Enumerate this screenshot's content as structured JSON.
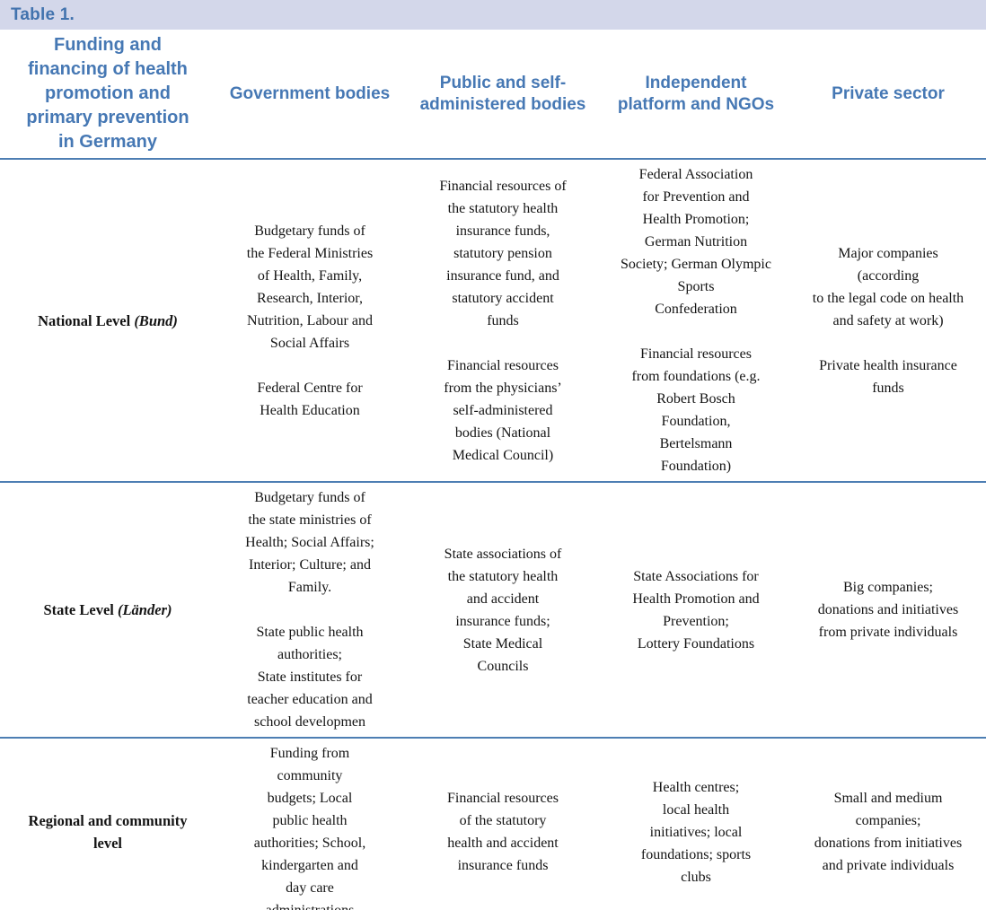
{
  "caption": "Table 1.",
  "columns": [
    "Funding and\nfinancing of health\npromotion and\nprimary prevention\nin Germany",
    "Government bodies",
    "Public and self-\nadministered bodies",
    "Independent\nplatform and NGOs",
    "Private sector"
  ],
  "rows": [
    {
      "label": "National Level ",
      "label_italic": "(Bund)",
      "cells": [
        "Budgetary funds of\nthe Federal Ministries\nof Health, Family,\nResearch, Interior,\nNutrition, Labour and\nSocial Affairs\n\nFederal Centre for\nHealth Education",
        "Financial resources of\nthe statutory health\ninsurance funds,\nstatutory pension\ninsurance fund, and\nstatutory accident\nfunds\n\nFinancial resources\nfrom the physicians’\nself-administered\nbodies (National\nMedical Council)",
        "Federal Association\nfor Prevention and\nHealth Promotion;\nGerman Nutrition\nSociety; German Olympic\nSports\nConfederation\n\nFinancial resources\nfrom foundations (e.g.\nRobert Bosch\nFoundation,\nBertelsmann\nFoundation)",
        "Major companies\n(according\nto the legal code on health\nand safety at work)\n\nPrivate health insurance\nfunds"
      ]
    },
    {
      "label": "State Level ",
      "label_italic": "(Länder)",
      "cells": [
        "Budgetary funds of\nthe state ministries of\nHealth; Social Affairs;\nInterior; Culture; and\nFamily.\n\nState public health\nauthorities;\nState institutes for\nteacher education and\nschool developmen",
        "State associations of\nthe statutory health\nand accident\ninsurance funds;\nState Medical\nCouncils",
        "State Associations for\nHealth Promotion and\nPrevention;\nLottery Foundations",
        "Big companies;\ndonations and initiatives\nfrom private individuals"
      ]
    },
    {
      "label": "Regional and community\nlevel",
      "label_italic": "",
      "cells": [
        "Funding from\ncommunity\nbudgets; Local\npublic health\nauthorities; School,\nkindergarten and\nday care\nadministrations",
        "Financial resources\nof the statutory\nhealth and accident\ninsurance funds",
        "Health centres;\nlocal health\ninitiatives; local\nfoundations; sports\nclubs",
        "Small and medium\ncompanies;\ndonations from initiatives\nand private individuals"
      ]
    }
  ],
  "colors": {
    "caption_bar_background": "#d3d7ea",
    "heading_text_blue": "#4678b4",
    "rule_blue": "#4d7eb3",
    "rule_light_blue": "#9ab7d9",
    "body_text": "#141414"
  }
}
